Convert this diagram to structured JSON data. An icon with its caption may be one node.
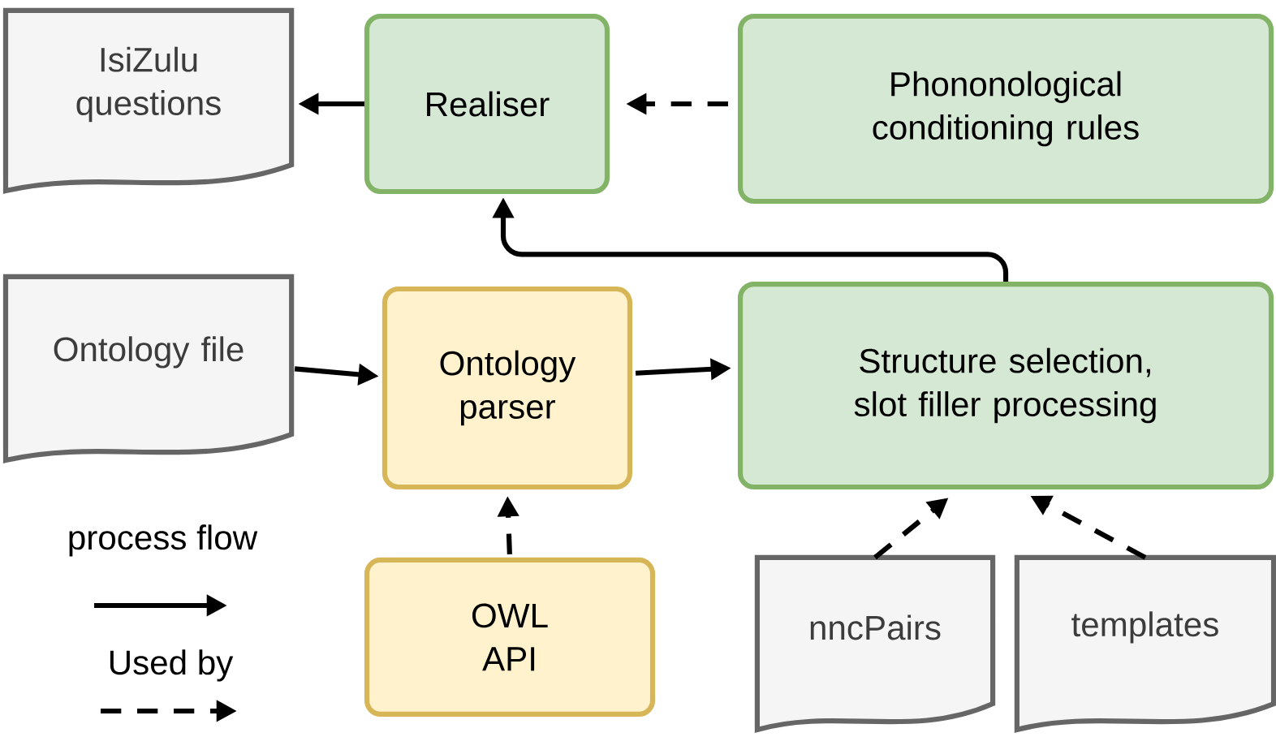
{
  "diagram": {
    "nodes": [
      {
        "text": [
          "IsiZulu questions"
        ]
      },
      {
        "text": [
          "Realiser"
        ]
      },
      {
        "text": [
          "Phononological conditioning rules"
        ]
      },
      {
        "text": [
          "Ontology file"
        ]
      },
      {
        "text": [
          "Ontology parser"
        ]
      },
      {
        "text": [
          "Structure selection, slot filler processing"
        ]
      },
      {
        "text": [
          "OWL API"
        ]
      },
      {
        "text": [
          "nncPairs"
        ]
      },
      {
        "text": [
          "templates"
        ]
      }
    ],
    "edges": [
      {
        "from": 1,
        "to": 0,
        "arrow": "to"
      },
      {
        "from": 2,
        "to": 1,
        "arrow": "to",
        "style": "dashed"
      },
      {
        "from": 5,
        "to": 1,
        "arrow": "to"
      },
      {
        "from": 3,
        "to": 4,
        "arrow": "to"
      },
      {
        "from": 4,
        "to": 5,
        "arrow": "to"
      },
      {
        "from": 6,
        "to": 4,
        "arrow": "to",
        "style": "dashed"
      },
      {
        "from": 7,
        "to": 5,
        "arrow": "to",
        "style": "dashed"
      },
      {
        "from": 8,
        "to": 5,
        "arrow": "to",
        "style": "dashed"
      }
    ],
    "legend": [
      {
        "text": "process flow"
      },
      {
        "text": "Used by"
      }
    ]
  }
}
